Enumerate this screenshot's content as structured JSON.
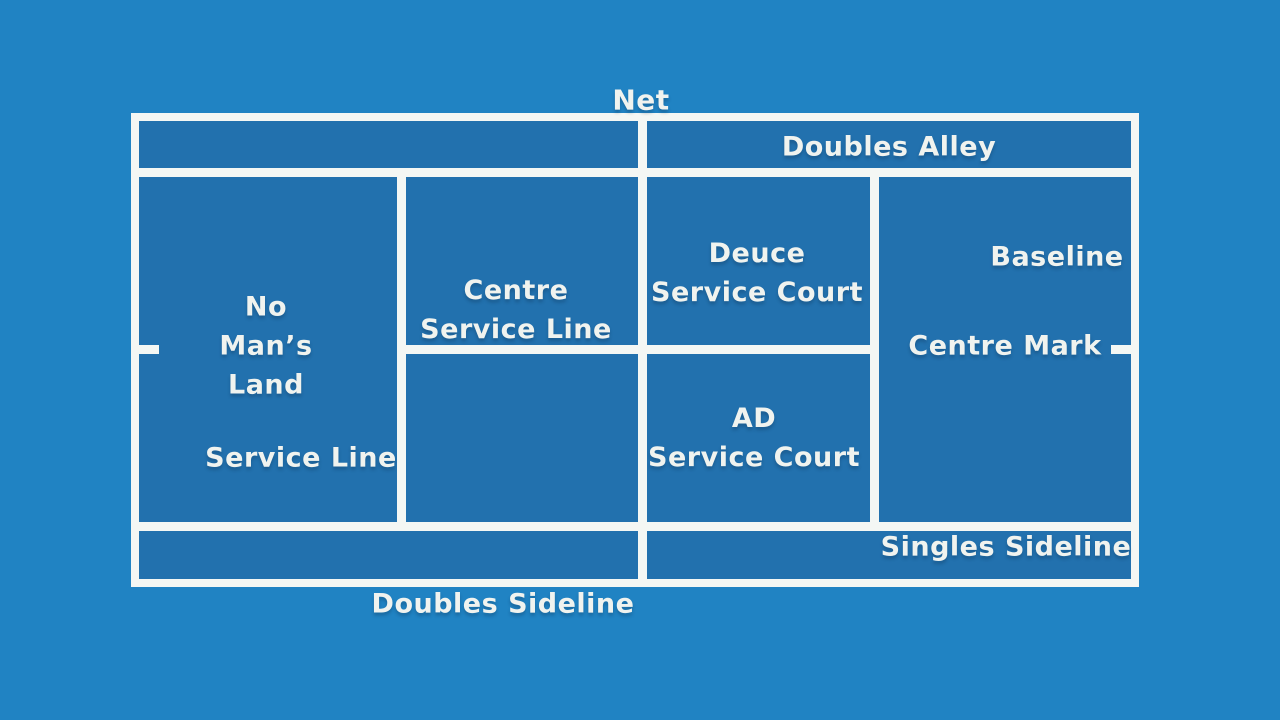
{
  "title": "Tennis court diagram",
  "colors": {
    "background": "#2083C3",
    "court_fill": "#2271AE",
    "line": "#F4F7F4",
    "label_text": "#F0F3EF"
  },
  "labels": {
    "net": "Net",
    "doubles_alley": "Doubles Alley",
    "no_mans_land": {
      "line1": "No",
      "line2": "Man’s",
      "line3": "Land"
    },
    "service_line": "Service Line",
    "centre_service_line": {
      "line1": "Centre",
      "line2": "Service Line"
    },
    "deuce_service_court": {
      "line1": "Deuce",
      "line2": "Service Court"
    },
    "ad_service_court": {
      "line1": "AD",
      "line2": "Service Court"
    },
    "baseline": "Baseline",
    "centre_mark": "Centre Mark",
    "singles_sideline": "Singles Sideline",
    "doubles_sideline": "Doubles Sideline"
  }
}
